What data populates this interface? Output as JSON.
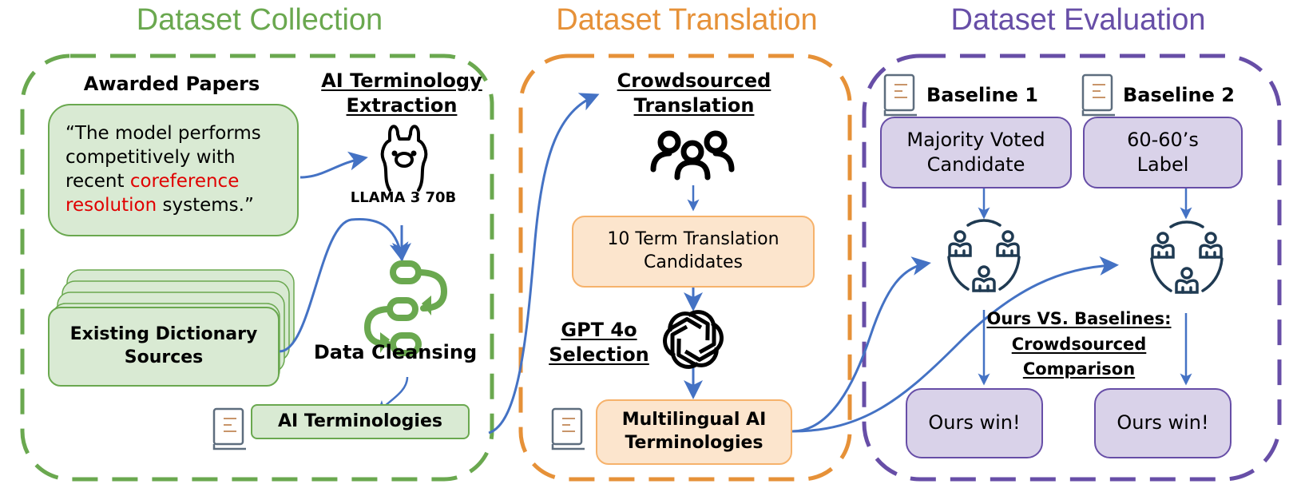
{
  "sections": {
    "collection": {
      "title": "Dataset Collection",
      "color": "#6aa84f"
    },
    "translation": {
      "title": "Dataset Translation",
      "color": "#e69138"
    },
    "evaluation": {
      "title": "Dataset Evaluation",
      "color": "#674ea7"
    }
  },
  "collection": {
    "awarded_papers_label": "Awarded Papers",
    "quote": {
      "part1": "“The model performs competitively with recent ",
      "highlight": "coreference resolution",
      "part2": " systems.”"
    },
    "extraction_title_line1": "AI Terminology",
    "extraction_title_line2": "Extraction",
    "model_label": "LLAMA 3 70B",
    "dictionary_line1": "Existing Dictionary",
    "dictionary_line2": "Sources",
    "cleansing_label": "Data Cleansing",
    "output_label": "AI Terminologies"
  },
  "translation": {
    "crowd_title_line1": "Crowdsourced",
    "crowd_title_line2": "Translation",
    "candidates_line1": "10 Term Translation",
    "candidates_line2": "Candidates",
    "gpt_line1": "GPT 4o",
    "gpt_line2": "Selection",
    "output_line1": "Multilingual AI",
    "output_line2": "Terminologies"
  },
  "evaluation": {
    "baseline1_label": "Baseline 1",
    "baseline1_box_line1": "Majority Voted",
    "baseline1_box_line2": "Candidate",
    "baseline2_label": "Baseline 2",
    "baseline2_box_line1": "60-60’s",
    "baseline2_box_line2": "Label",
    "comparison_line1": "Ours VS. Baselines:",
    "comparison_line2": "Crowdsourced",
    "comparison_line3": "Comparison",
    "result1": "Ours win!",
    "result2": "Ours win!"
  },
  "colors": {
    "arrow": "#4472c4",
    "icon_dark": "#1f3a52",
    "book_accent": "#c8956a"
  }
}
